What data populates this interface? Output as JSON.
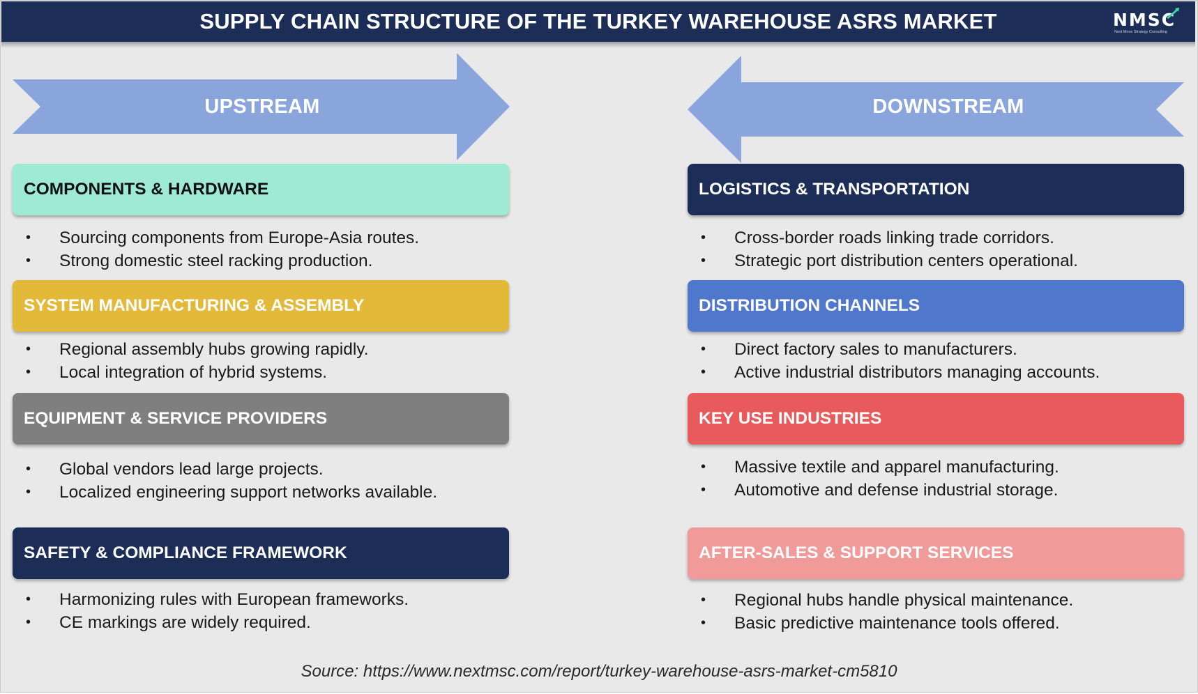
{
  "header": {
    "title": "SUPPLY CHAIN STRUCTURE OF THE TURKEY WAREHOUSE ASRS MARKET",
    "logo": "NMSC",
    "logo_tagline": "Next Move Strategy Consulting"
  },
  "colors": {
    "header_bg": "#1c2d57",
    "arrow": "#8aa4dc",
    "components_hardware": "#9eead3",
    "system_manufacturing": "#e3b93a",
    "equipment_service": "#7f7f7f",
    "safety_compliance": "#1c2d57",
    "logistics_transport": "#1c2d57",
    "distribution_channels": "#4f78cd",
    "key_use_industries": "#e85a5c",
    "after_sales": "#f09a9a"
  },
  "upstream": {
    "label": "UPSTREAM",
    "sections": [
      {
        "title": "COMPONENTS & HARDWARE",
        "bullets": [
          "Sourcing components from Europe-Asia routes.",
          "Strong domestic steel racking production."
        ]
      },
      {
        "title": "SYSTEM MANUFACTURING & ASSEMBLY",
        "bullets": [
          "Regional assembly hubs growing rapidly.",
          "Local integration of hybrid systems."
        ]
      },
      {
        "title": "EQUIPMENT & SERVICE PROVIDERS",
        "bullets": [
          "Global vendors lead large projects.",
          "Localized engineering support networks available."
        ]
      },
      {
        "title": "SAFETY & COMPLIANCE FRAMEWORK",
        "bullets": [
          "Harmonizing rules with European frameworks.",
          "CE markings are widely required."
        ]
      }
    ]
  },
  "downstream": {
    "label": "DOWNSTREAM",
    "sections": [
      {
        "title": "LOGISTICS & TRANSPORTATION",
        "bullets": [
          "Cross-border roads linking trade corridors.",
          "Strategic port distribution centers operational."
        ]
      },
      {
        "title": "DISTRIBUTION CHANNELS",
        "bullets": [
          "Direct factory sales to manufacturers.",
          "Active industrial distributors managing accounts."
        ]
      },
      {
        "title": "KEY USE INDUSTRIES",
        "bullets": [
          "Massive textile and apparel manufacturing.",
          "Automotive and defense industrial storage."
        ]
      },
      {
        "title": "AFTER-SALES & SUPPORT SERVICES",
        "bullets": [
          "Regional hubs handle physical maintenance.",
          "Basic predictive maintenance tools offered."
        ]
      }
    ]
  },
  "bullet_symbol": "•",
  "source": "Source: https://www.nextmsc.com/report/turkey-warehouse-asrs-market-cm5810"
}
